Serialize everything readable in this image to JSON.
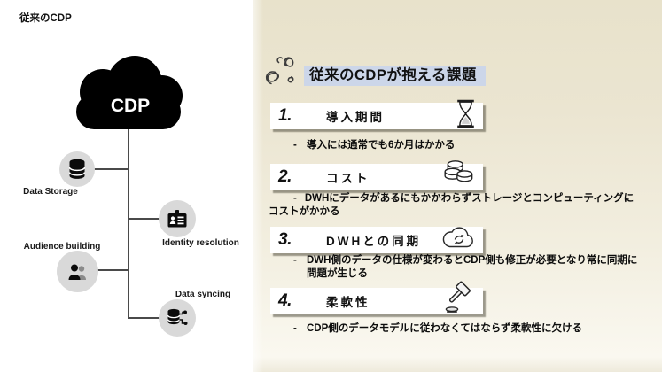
{
  "left_panel": {
    "title": "従来のCDP",
    "cloud_label": "CDP",
    "nodes": [
      {
        "label": "Data Storage",
        "icon": "database-icon"
      },
      {
        "label": "Identity resolution",
        "icon": "id-card-icon"
      },
      {
        "label": "Audience building",
        "icon": "people-icon"
      },
      {
        "label": "Data syncing",
        "icon": "database-network-icon"
      }
    ]
  },
  "right_panel": {
    "heading": "従来のCDPが抱える課題",
    "heading_icon": "scribble-doodle-icon",
    "highlight_color": "#ccd6e9",
    "panel_top_color": "#e8e2cb",
    "panel_bottom_color": "#faf8f0",
    "items": [
      {
        "number": "1.",
        "title": "導入期間",
        "icon": "hourglass-icon",
        "bullet": "導入には通常でも6か月はかかる"
      },
      {
        "number": "2.",
        "title": "コスト",
        "icon": "coins-icon",
        "bullet": "DWHにデータがあるにもかかわらずストレージとコンピューティングにコストがかかる"
      },
      {
        "number": "3.",
        "title": "DWHとの同期",
        "icon": "cloud-sync-icon",
        "bullet": "DWH側のデータの仕様が変わるとCDP側も修正が必要となり常に同期に問題が生じる"
      },
      {
        "number": "4.",
        "title": "柔軟性",
        "icon": "gavel-icon",
        "bullet": "CDP側のデータモデルに従わなくてはならず柔軟性に欠ける"
      }
    ]
  },
  "ui": {
    "bullet_dash": "-"
  }
}
